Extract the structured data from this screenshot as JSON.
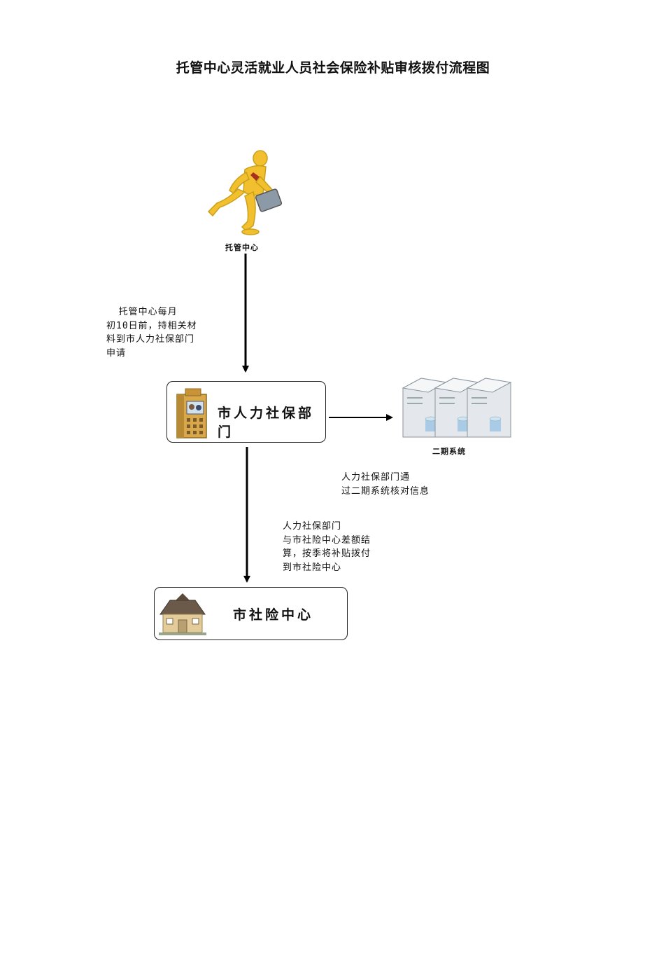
{
  "title": "托管中心灵活就业人员社会保险补贴审核拨付流程图",
  "nodes": {
    "trust_center": {
      "caption": "托管中心",
      "icon": "running-businessman-icon"
    },
    "hr_dept": {
      "label": "市人力社保部门",
      "icon": "office-building-icon"
    },
    "system": {
      "caption": "二期系统",
      "icon": "servers-icon"
    },
    "insurance_center": {
      "label": "市社险中心",
      "icon": "house-icon"
    }
  },
  "notes": {
    "apply": "  托管中心每月\n初10日前，持相关材\n料到市人力社保部门\n申请",
    "verify": "人力社保部门通\n过二期系统核对信息",
    "settle": "人力社保部门\n与市社险中心差额结\n算，按季将补贴拨付\n到市社险中心"
  },
  "colors": {
    "figure": "#f2c02e",
    "figure_outline": "#caa01a",
    "tie": "#a8301e",
    "briefcase": "#8b9aa6",
    "arrow": "#000000"
  }
}
